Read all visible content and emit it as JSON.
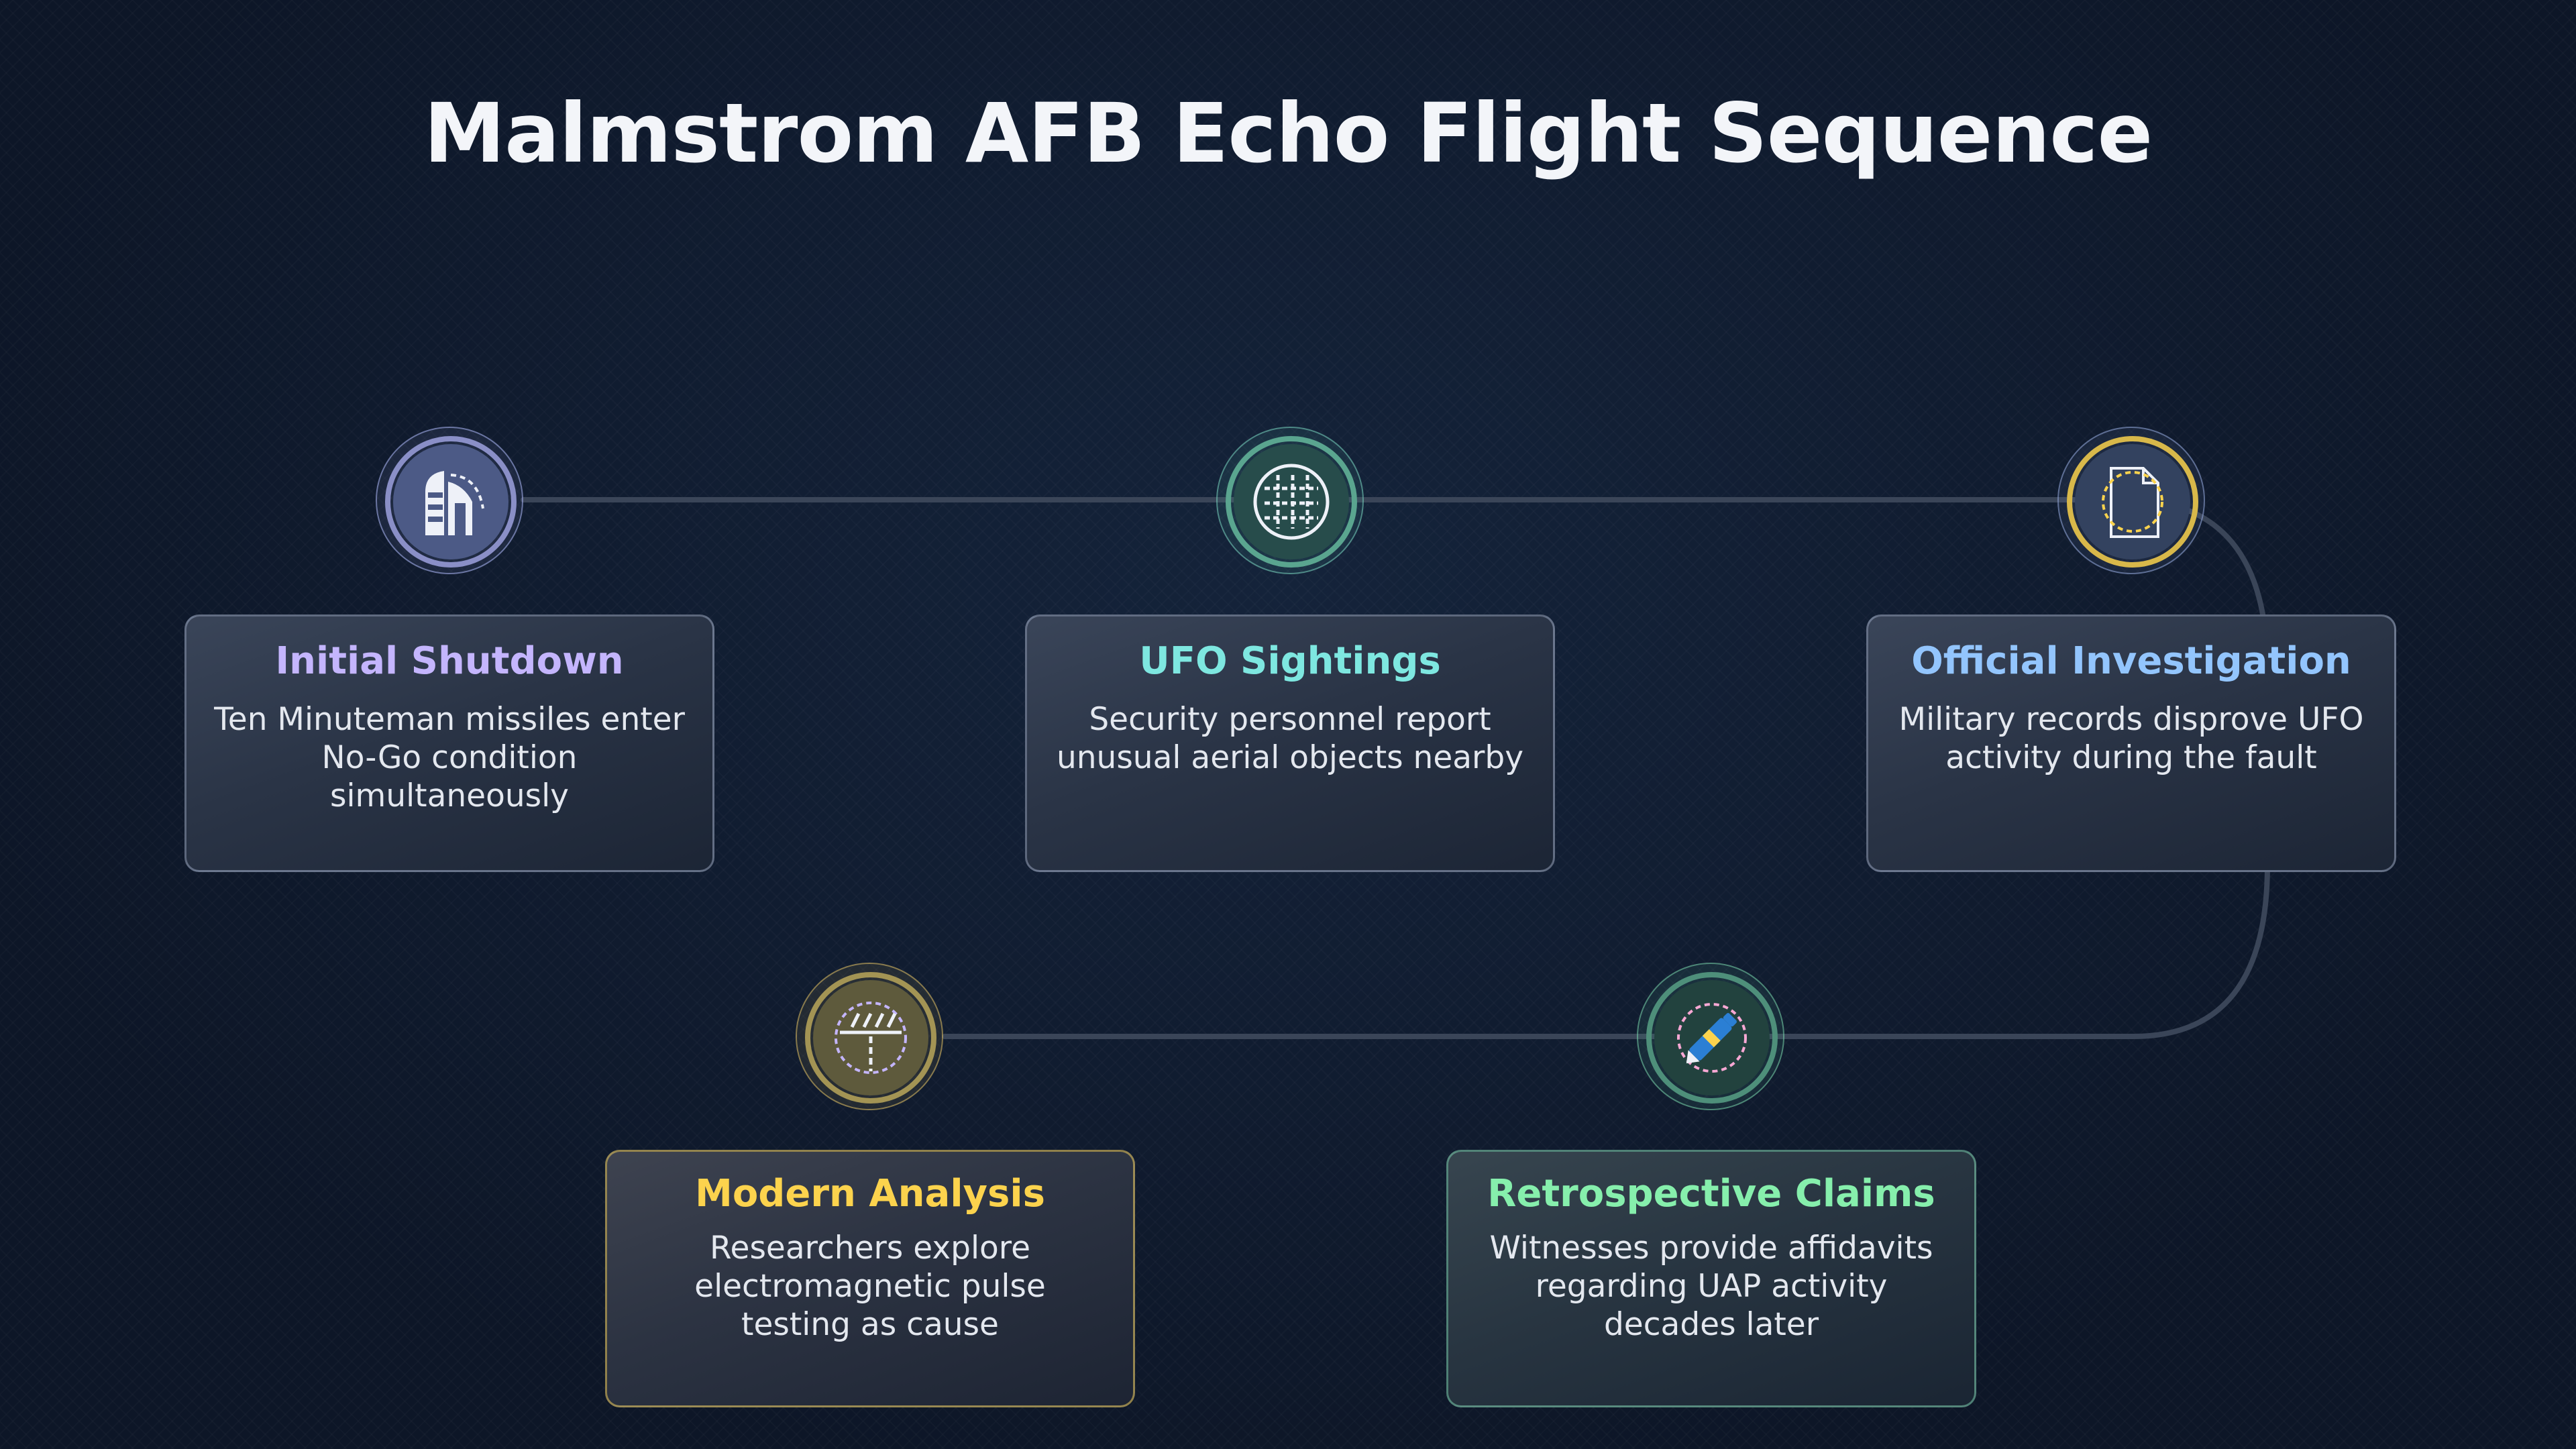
{
  "title": "Malmstrom AFB Echo Flight Sequence",
  "colors": {
    "step1": "#c4b5fd",
    "step2": "#7ee7e0",
    "step3": "#93c5fd",
    "step4": "#fcd34d",
    "step5": "#86efac"
  },
  "steps": [
    {
      "title": "Initial Shutdown",
      "description_lines": [
        "Ten Minuteman missiles enter",
        "No-Go condition simultaneously"
      ],
      "icon": "missile-silo-icon"
    },
    {
      "title": "UFO Sightings",
      "description_lines": [
        "Security personnel report",
        "unusual aerial objects nearby"
      ],
      "icon": "circuit-grid-icon"
    },
    {
      "title": "Official Investigation",
      "description_lines": [
        "Military records disprove UFO",
        "activity during the fault"
      ],
      "icon": "document-icon"
    },
    {
      "title": "Modern Analysis",
      "description_lines": [
        "Researchers explore",
        "electromagnetic pulse",
        "testing as cause"
      ],
      "icon": "signal-analysis-icon"
    },
    {
      "title": "Retrospective Claims",
      "description_lines": [
        "Witnesses provide affidavits",
        "regarding UAP activity",
        "decades later"
      ],
      "icon": "pen-icon"
    }
  ]
}
